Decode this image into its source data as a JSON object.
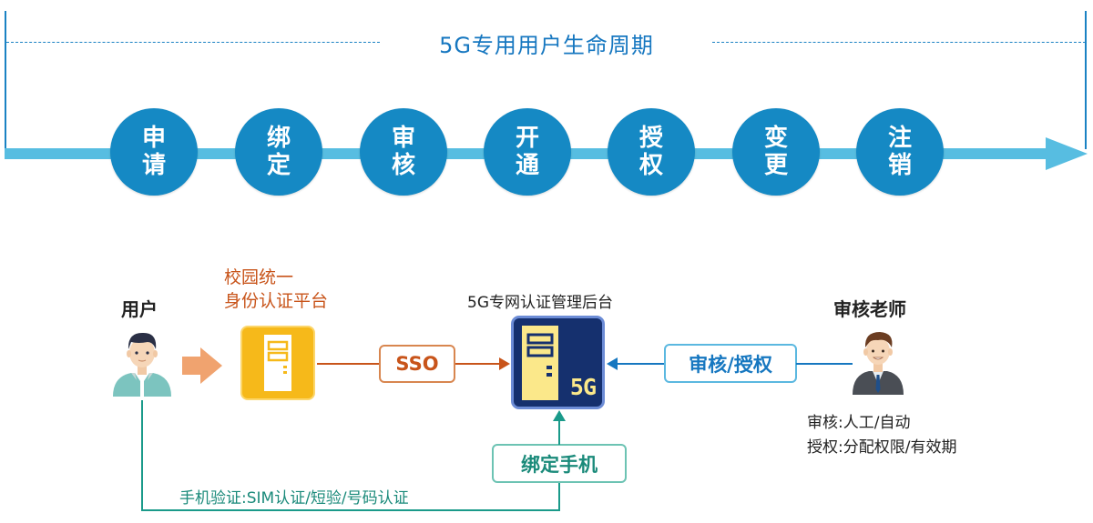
{
  "lifecycle": {
    "title": "5G专用用户生命周期",
    "stages": [
      {
        "line1": "申",
        "line2": "请"
      },
      {
        "line1": "绑",
        "line2": "定"
      },
      {
        "line1": "审",
        "line2": "核"
      },
      {
        "line1": "开",
        "line2": "通"
      },
      {
        "line1": "授",
        "line2": "权"
      },
      {
        "line1": "变",
        "line2": "更"
      },
      {
        "line1": "注",
        "line2": "销"
      }
    ]
  },
  "flow": {
    "user_label": "用户",
    "campus_platform": {
      "line1": "校园统一",
      "line2": "身份认证平台"
    },
    "backend_label": "5G专网认证管理后台",
    "backend_badge": "5G",
    "sso_label": "SSO",
    "audit_label": "审核/授权",
    "teacher_label": "审核老师",
    "teacher_info": [
      "审核:人工/自动",
      "授权:分配权限/有效期"
    ],
    "bind_phone_label": "绑定手机",
    "phone_verify_label": "手机验证:SIM认证/短验/号码认证"
  },
  "colors": {
    "primary_blue": "#1589c4",
    "timeline_blue": "#57bde1",
    "orange": "#c8541a",
    "teal": "#1a9a8a",
    "yellow": "#f6b91a",
    "navy": "#15306e"
  }
}
